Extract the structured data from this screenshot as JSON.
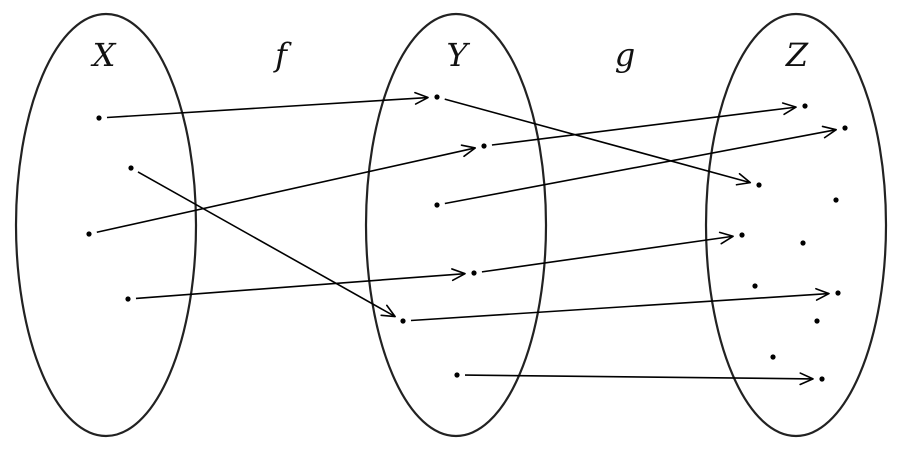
{
  "sets": [
    {
      "id": "X",
      "label": "X"
    },
    {
      "id": "Y",
      "label": "Y"
    },
    {
      "id": "Z",
      "label": "Z"
    }
  ],
  "maps": [
    {
      "id": "f",
      "label": "f",
      "domain": "X",
      "codomain": "Y"
    },
    {
      "id": "g",
      "label": "g",
      "domain": "Y",
      "codomain": "Z"
    }
  ],
  "elements": {
    "X": [
      "x1",
      "x2",
      "x3",
      "x4"
    ],
    "Y": [
      "y1",
      "y2",
      "y3",
      "y4",
      "y5",
      "y6"
    ],
    "Z": [
      "z1",
      "z2",
      "z3",
      "z4",
      "z5",
      "z6",
      "z7",
      "z8",
      "z9",
      "z10",
      "z11"
    ]
  },
  "mappings": [
    {
      "map": "f",
      "from": "x1",
      "to": "y1"
    },
    {
      "map": "f",
      "from": "x2",
      "to": "y5"
    },
    {
      "map": "f",
      "from": "x3",
      "to": "y2"
    },
    {
      "map": "f",
      "from": "x4",
      "to": "y4"
    },
    {
      "map": "g",
      "from": "y1",
      "to": "z3"
    },
    {
      "map": "g",
      "from": "y2",
      "to": "z1"
    },
    {
      "map": "g",
      "from": "y3",
      "to": "z2"
    },
    {
      "map": "g",
      "from": "y4",
      "to": "z5"
    },
    {
      "map": "g",
      "from": "y5",
      "to": "z8"
    },
    {
      "map": "g",
      "from": "y6",
      "to": "z11"
    }
  ]
}
